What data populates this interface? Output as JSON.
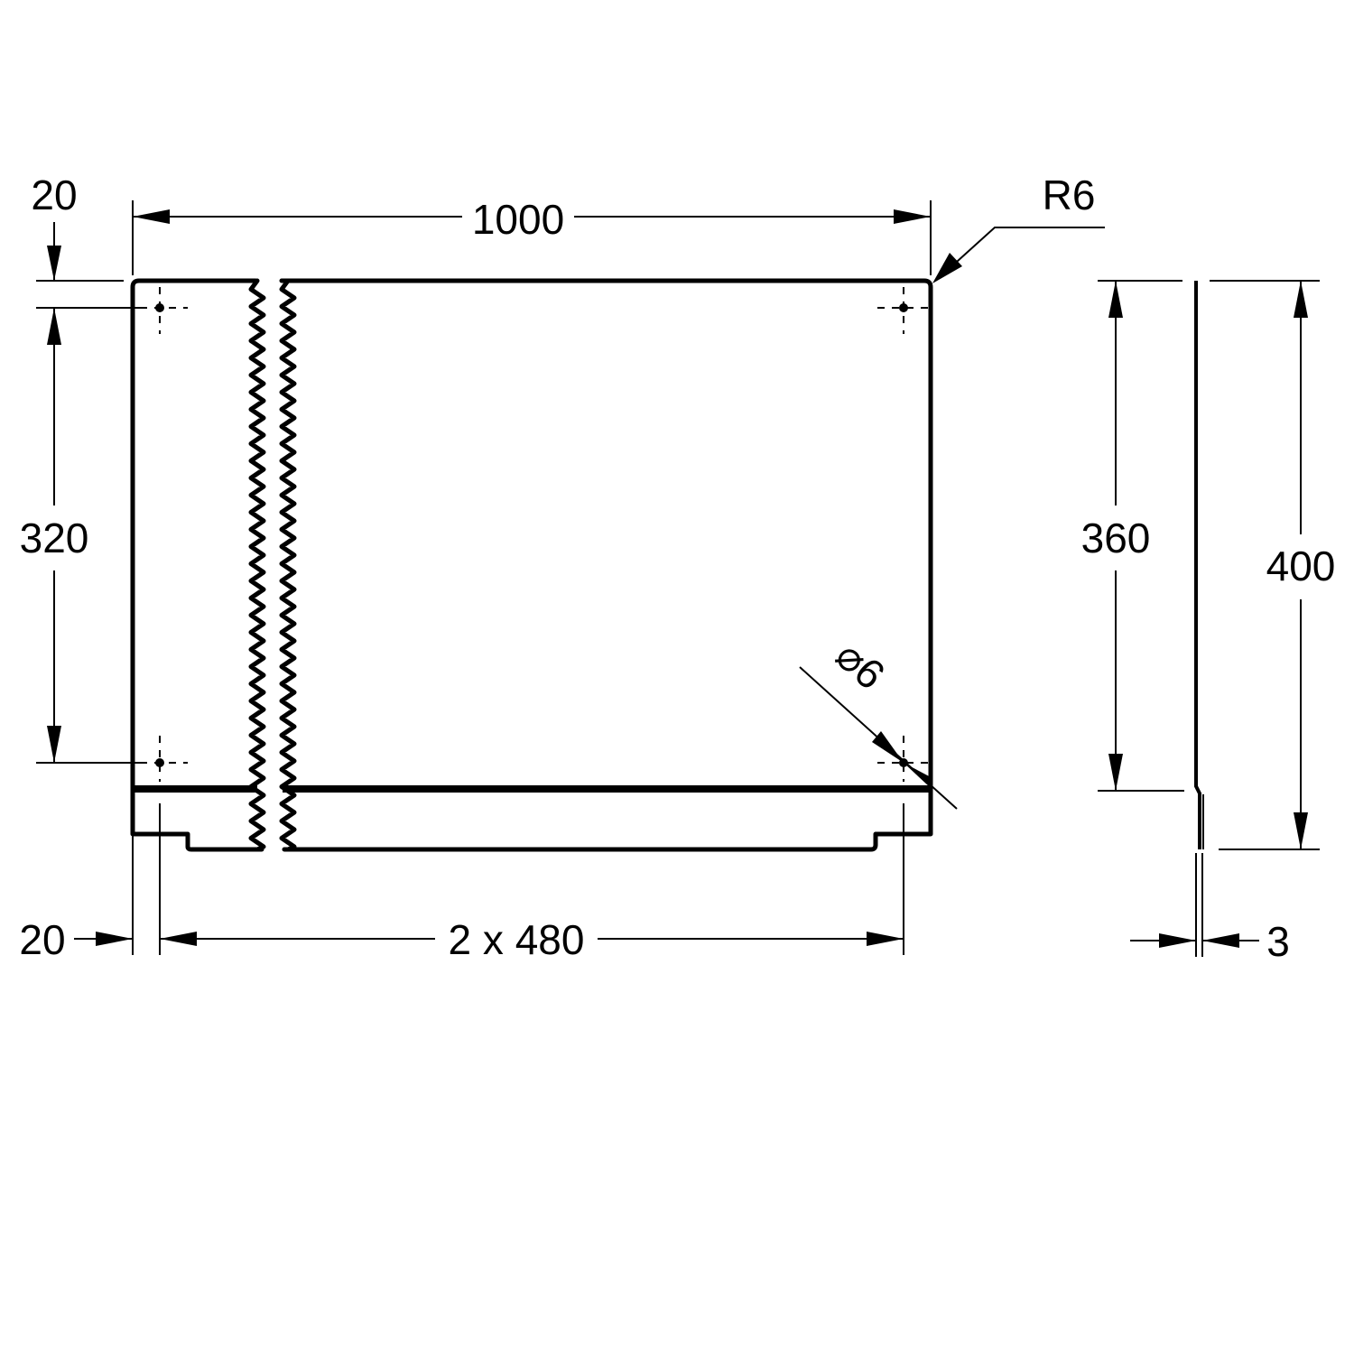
{
  "dimensions": {
    "top_offset": "20",
    "overall_width": "1000",
    "corner_radius": "R6",
    "hole_spacing_vertical": "320",
    "hole_diameter": "⌀6",
    "side_height_inner": "360",
    "side_height_total": "400",
    "bottom_offset": "20",
    "hole_spacing_horizontal": "2 x 480",
    "thickness": "3"
  },
  "colors": {
    "line": "#000000",
    "background": "#ffffff"
  }
}
